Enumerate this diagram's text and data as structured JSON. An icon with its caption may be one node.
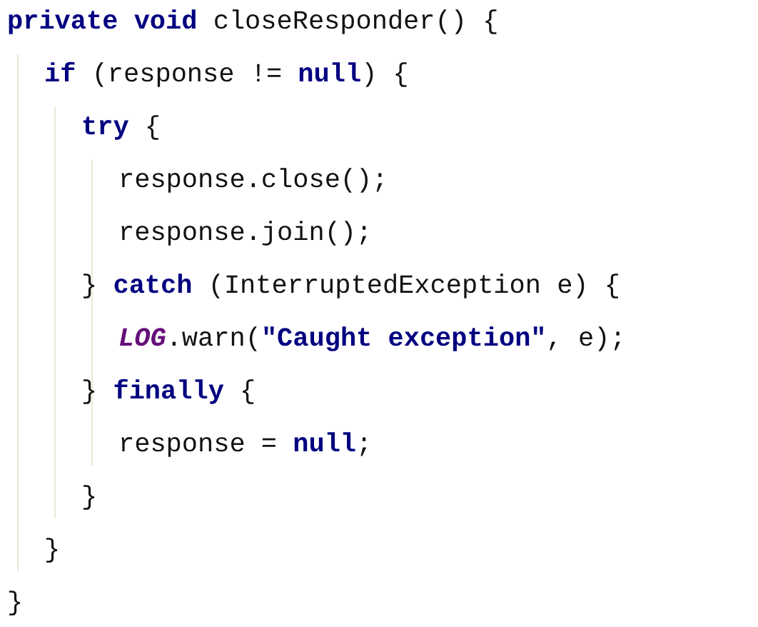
{
  "diagram": {
    "labels": [
      "**private void** closeResponder() {",
      "**if** (response != **null**) {",
      "**try** {",
      "response.close();",
      "response.join();",
      "} **catch** (InterruptedException e) {",
      "*LOG*.warn(**\"Caught exception\"**, e);",
      "} **finally** {",
      "response = **null**;",
      "}",
      "}",
      "}"
    ]
  }
}
